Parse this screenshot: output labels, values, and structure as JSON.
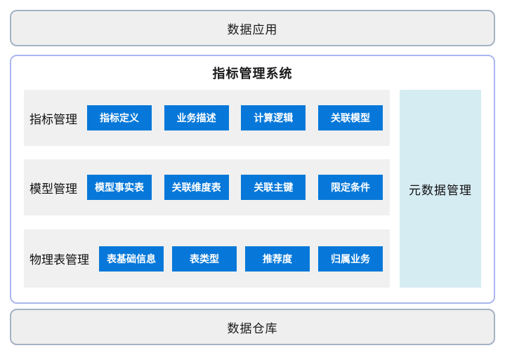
{
  "top_box": {
    "label": "数据应用"
  },
  "system": {
    "title": "指标管理系统",
    "rows": [
      {
        "label": "指标管理",
        "buttons": [
          "指标定义",
          "业务描述",
          "计算逻辑",
          "关联模型"
        ]
      },
      {
        "label": "模型管理",
        "buttons": [
          "模型事实表",
          "关联维度表",
          "关联主键",
          "限定条件"
        ]
      },
      {
        "label": "物理表管理",
        "buttons": [
          "表基础信息",
          "表类型",
          "推荐度",
          "归属业务"
        ]
      }
    ],
    "side_box": {
      "label": "元数据管理"
    }
  },
  "bottom_box": {
    "label": "数据仓库"
  },
  "colors": {
    "button_blue": "#0778d9",
    "row_gray": "#f0f0f0",
    "outer_box_gray": "#efefef",
    "outer_box_border": "#a4b2c4",
    "main_panel_border": "#abb7f0",
    "side_box_light_blue": "#d6ecf3"
  }
}
